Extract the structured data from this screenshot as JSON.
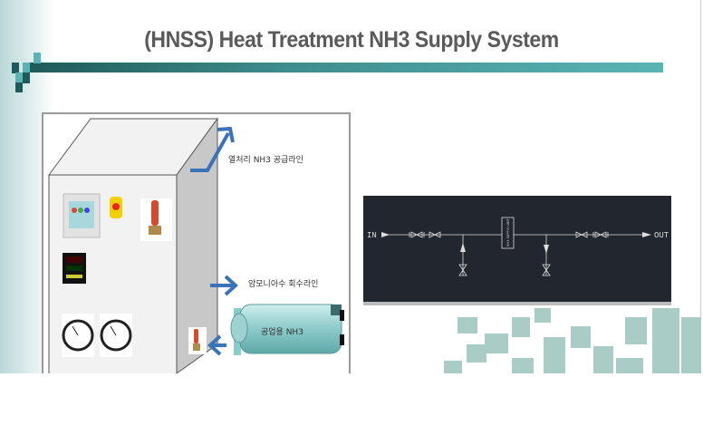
{
  "title": "(HNSS) Heat Treatment NH3 Supply System",
  "illustration": {
    "supply_line_label": "열처리 NH3 공급라인",
    "recovery_line_label": "암모니아수 회수라인",
    "tank_label": "공업용 NH3"
  },
  "diagram": {
    "in_label": "IN",
    "out_label": "OUT",
    "unit_label": "NH3 SUPPLY UNIT"
  },
  "colors": {
    "accent": "#3f8c8c",
    "arrow": "#3b73b9",
    "diagram_bg": "#22262e"
  }
}
